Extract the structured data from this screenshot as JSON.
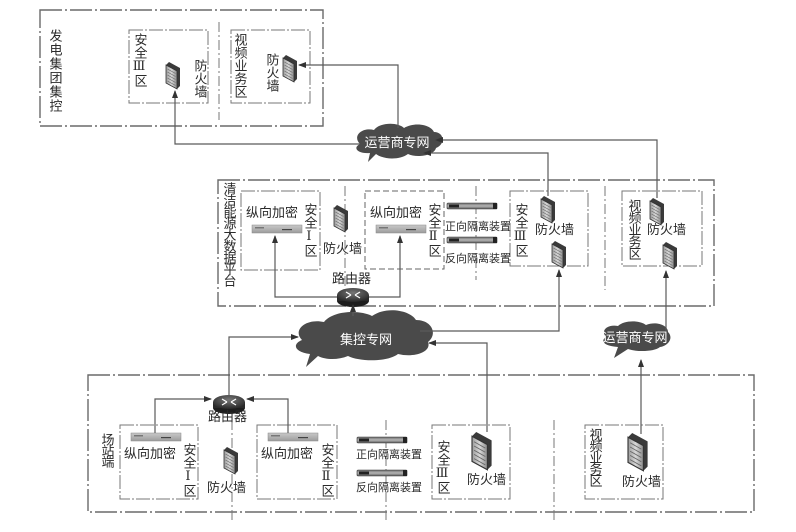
{
  "diagram": {
    "groups": {
      "group_hq": {
        "title": "发电集团集控",
        "zone3": {
          "label": "安全Ⅲ区",
          "firewall_label": "防火墙"
        },
        "video": {
          "label": "视频业务区",
          "firewall_label": "防火墙"
        }
      },
      "big_data": {
        "title": "清洁能源大数据平台",
        "zone1": {
          "label": "安全Ⅰ区",
          "encrypt_label": "纵向加密"
        },
        "firewall_label": "防火墙",
        "zone2": {
          "label": "安全Ⅱ区",
          "encrypt_label": "纵向加密"
        },
        "forward_isolation": "正向隔离装置",
        "reverse_isolation": "反向隔离装置",
        "zone3": {
          "label": "安全Ⅲ区",
          "firewall_label": "防火墙"
        },
        "video": {
          "label": "视频业务区",
          "firewall_label": "防火墙"
        },
        "router_label": "路由器"
      },
      "station": {
        "title": "场站端",
        "router_label": "路由器",
        "zone1": {
          "label": "安全Ⅰ区",
          "encrypt_label": "纵向加密"
        },
        "firewall_label": "防火墙",
        "zone2": {
          "label": "安全Ⅱ区",
          "encrypt_label": "纵向加密"
        },
        "forward_isolation": "正向隔离装置",
        "reverse_isolation": "反向隔离装置",
        "zone3": {
          "label": "安全Ⅲ区",
          "firewall_label": "防火墙"
        },
        "video": {
          "label": "视频业务区",
          "firewall_label": "防火墙"
        }
      }
    },
    "networks": {
      "carrier_top": "运营商专网",
      "control_net": "集控专网",
      "carrier_bottom": "运营商专网"
    },
    "colors": {
      "cloud_fill": "#4a4a4a",
      "line": "#5a5a5a",
      "border": "#6a6a6a"
    }
  }
}
